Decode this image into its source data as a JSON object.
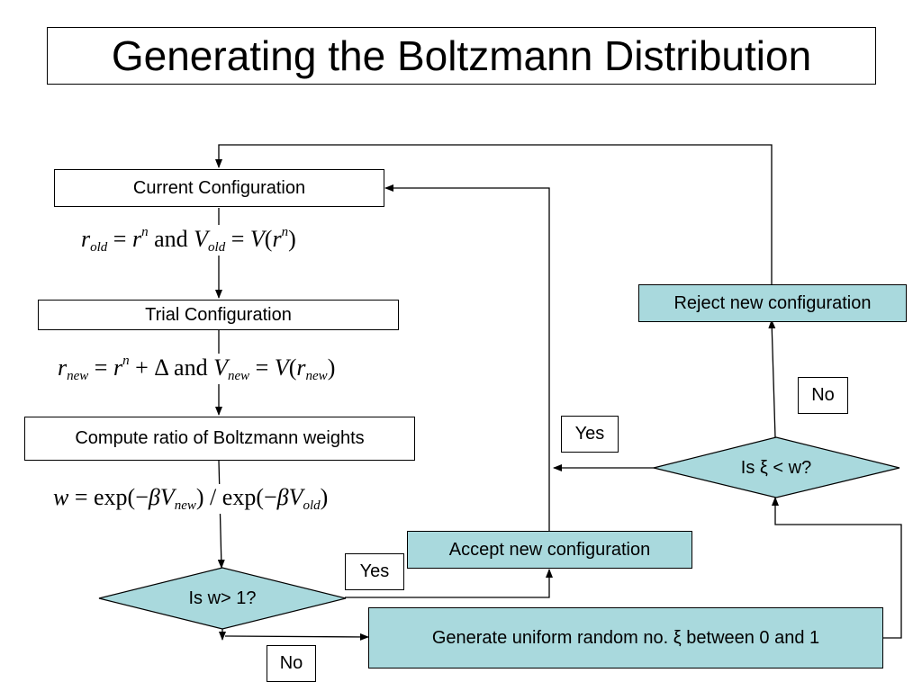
{
  "title": "Generating the Boltzmann Distribution",
  "nodes": {
    "current": "Current Configuration",
    "trial": "Trial Configuration",
    "compute": "Compute ratio of Boltzmann weights",
    "is_w_gt_1": "Is w> 1?",
    "accept": "Accept new configuration",
    "generate": "Generate uniform random no. ξ between 0 and 1",
    "is_xi_lt_w": "Is ξ < w?",
    "reject": "Reject new configuration"
  },
  "edge_labels": {
    "yes_accept": "Yes",
    "no_generate": "No",
    "yes_xi": "Yes",
    "no_reject": "No"
  },
  "equations": {
    "eq1": "r_old = r^n and V_old = V(r^n)",
    "eq2": "r_new = r^n + Δ and V_new = V(r_new)",
    "eq3": "w = exp(−βV_new) / exp(−βV_old)"
  },
  "colors": {
    "node_fill": "#a9d9dd",
    "line": "#000000"
  }
}
